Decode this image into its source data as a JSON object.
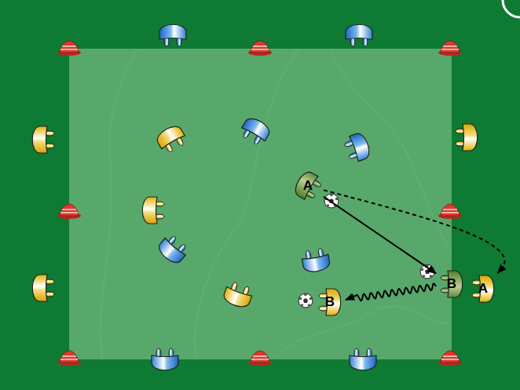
{
  "diagram": {
    "nodes": [
      {
        "text": [
          "A"
        ]
      },
      {
        "text": [
          "B"
        ]
      },
      {
        "text": [
          "A"
        ]
      },
      {
        "text": [
          "B"
        ]
      }
    ],
    "edges": [
      {
        "from": 0,
        "to": 1,
        "arrow": "to"
      },
      {
        "from": 0,
        "to": 2,
        "arrow": "to"
      },
      {
        "from": 1,
        "to": 3,
        "arrow": "to"
      }
    ]
  }
}
